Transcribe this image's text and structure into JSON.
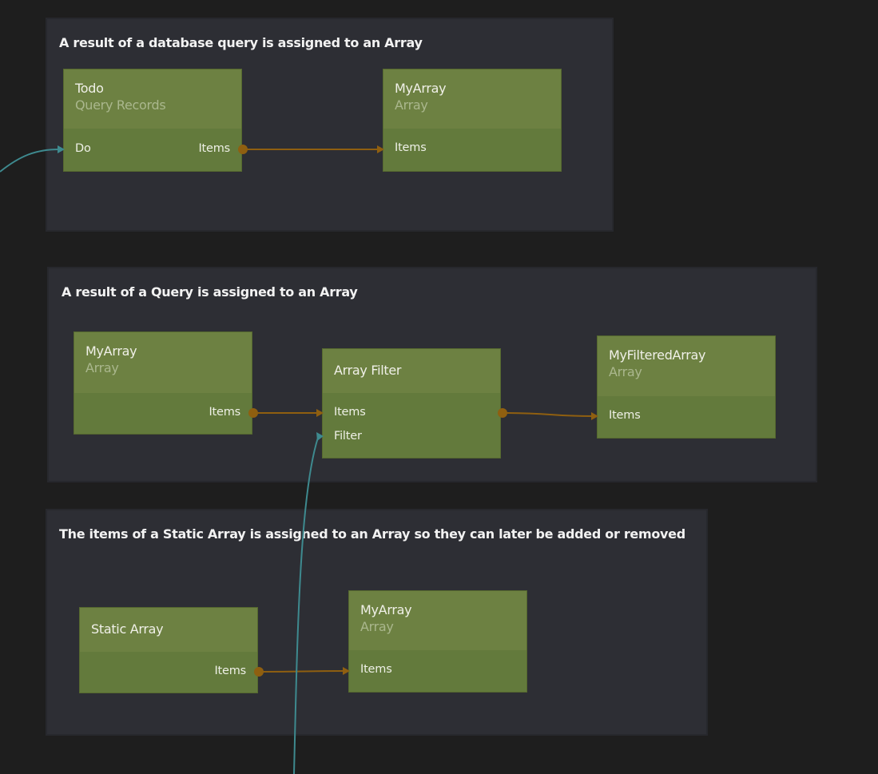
{
  "groups": [
    {
      "title": "A result of a database query is assigned to an Array"
    },
    {
      "title": "A result of a Query is assigned to an Array"
    },
    {
      "title": "The items of a Static Array is assigned to an Array so they can later be added or removed"
    }
  ],
  "nodes": {
    "todo": {
      "name": "Todo",
      "type": "Query Records",
      "in": "Do",
      "out": "Items"
    },
    "myarray1": {
      "name": "MyArray",
      "type": "Array",
      "in": "Items"
    },
    "myarray2": {
      "name": "MyArray",
      "type": "Array",
      "out": "Items"
    },
    "filter": {
      "name": "Array Filter",
      "in1": "Items",
      "in2": "Filter"
    },
    "filtered": {
      "name": "MyFilteredArray",
      "type": "Array",
      "in": "Items"
    },
    "static": {
      "name": "Static Array",
      "out": "Items"
    },
    "myarray3": {
      "name": "MyArray",
      "type": "Array",
      "in": "Items"
    }
  },
  "colors": {
    "data_wire": "#8f5f10",
    "signal_wire": "#3e8a8f",
    "node_header": "#6d8142",
    "node_body": "#637a3c",
    "group_bg": "#2d2e34"
  }
}
